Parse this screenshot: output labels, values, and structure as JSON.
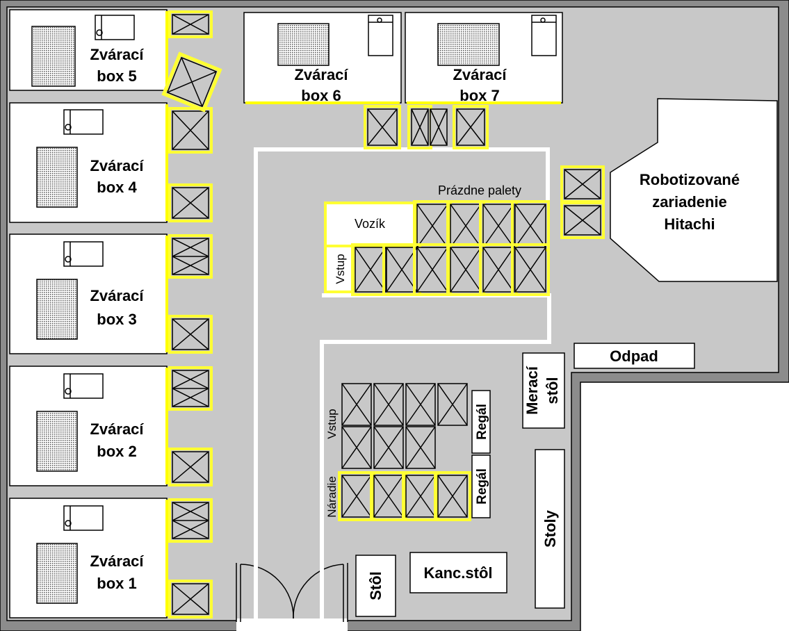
{
  "welding_boxes": [
    {
      "label_1": "Zvárací",
      "label_2": "box 5"
    },
    {
      "label_1": "Zvárací",
      "label_2": "box 4"
    },
    {
      "label_1": "Zvárací",
      "label_2": "box 3"
    },
    {
      "label_1": "Zvárací",
      "label_2": "box 2"
    },
    {
      "label_1": "Zvárací",
      "label_2": "box 1"
    },
    {
      "label_1": "Zvárací",
      "label_2": "box 6"
    },
    {
      "label_1": "Zvárací",
      "label_2": "box 7"
    }
  ],
  "robot": {
    "line_1": "Robotizované",
    "line_2": "zariadenie",
    "line_3": "Hitachi"
  },
  "pallet_area": {
    "title": "Prázdne palety",
    "cart": "Vozík",
    "entry": "Vstup"
  },
  "storage_area": {
    "entry": "Vstup",
    "tools": "Náradie",
    "shelf_1": "Regál",
    "shelf_2": "Regál"
  },
  "furniture": {
    "waste": "Odpad",
    "measure_1": "Merací",
    "measure_2": "stôl",
    "tables": "Stoly",
    "desk": "Kanc.stôl",
    "table": "Stôl"
  },
  "colors": {
    "floor": "#c8c8c8",
    "marking": "#ffff00",
    "wall": "#8c8c8c"
  }
}
